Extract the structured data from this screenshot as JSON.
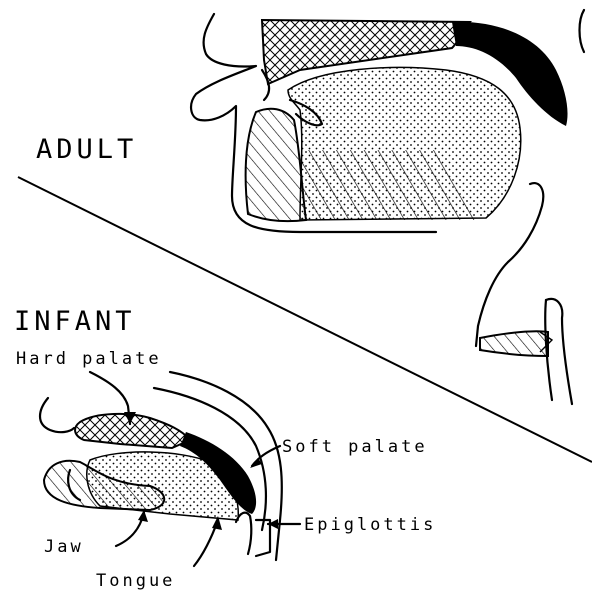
{
  "sections": {
    "adult": "ADULT",
    "infant": "INFANT"
  },
  "labels": {
    "hard_palate": "Hard palate",
    "soft_palate": "Soft palate",
    "epiglottis": "Epiglottis",
    "jaw": "Jaw",
    "tongue": "Tongue"
  }
}
